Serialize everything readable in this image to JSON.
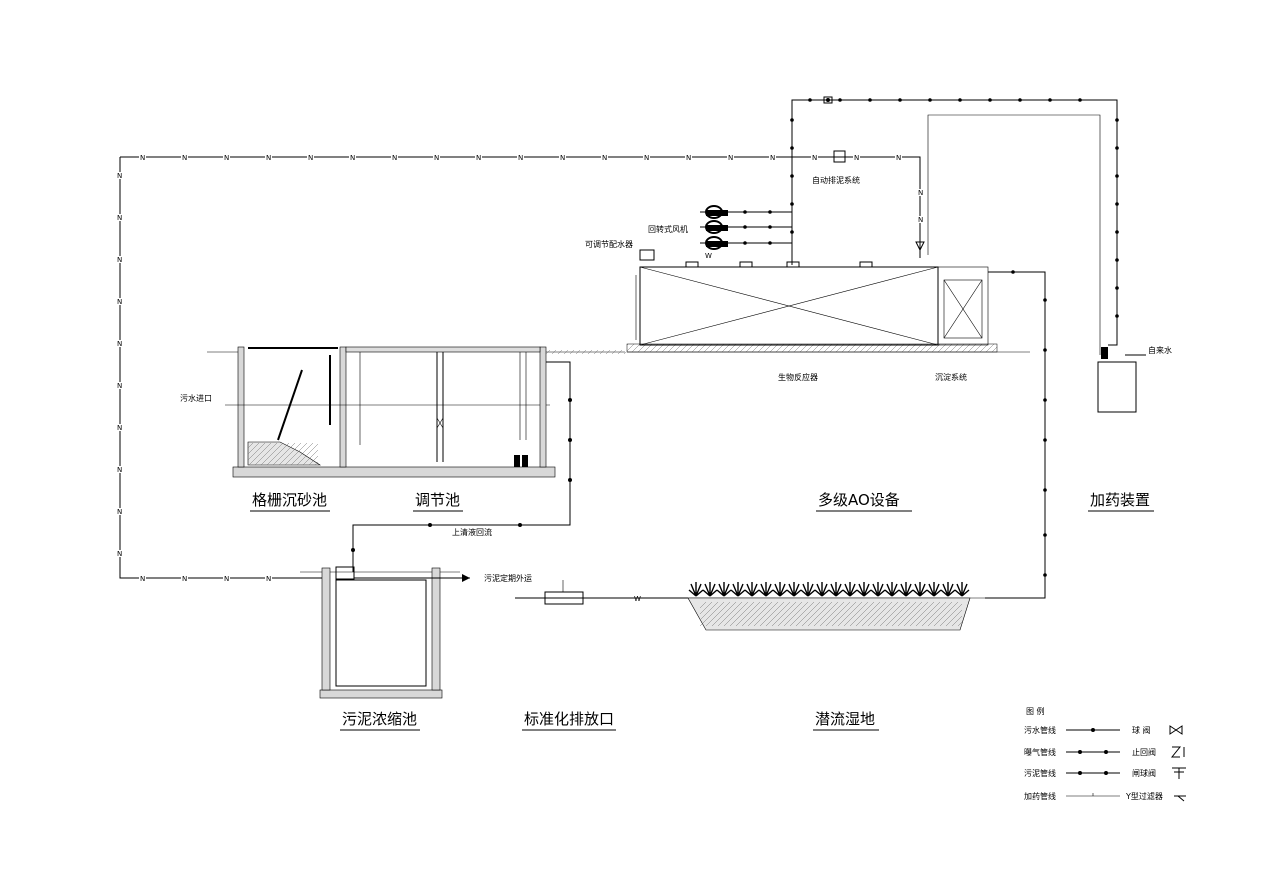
{
  "units": {
    "grille_grit": "格栅沉砂池",
    "regulating": "调节池",
    "ao_equipment": "多级AO设备",
    "dosing": "加药装置",
    "sludge_thickener": "污泥浓缩池",
    "outfall": "标准化排放口",
    "wetland": "潜流湿地"
  },
  "small_labels": {
    "inlet": "污水进口",
    "auto_sludge": "自动排泥系统",
    "rotary_blower": "回转式风机",
    "adjustable_weir": "可调节配水器",
    "bio_reactor": "生物反应器",
    "settling": "沉淀系统",
    "tap_water": "自来水",
    "supernatant": "上清液回流",
    "sludge_out": "污泥定期外运"
  },
  "pipe_markers": {
    "sewage": "W",
    "sludge": "N"
  },
  "legend": {
    "title": "图  例",
    "rows": [
      {
        "line_label": "污水管线",
        "valve_label": "球  阀",
        "valve_icon": "ball-valve-icon"
      },
      {
        "line_label": "曝气管线",
        "valve_label": "止回阀",
        "valve_icon": "check-valve-icon"
      },
      {
        "line_label": "污泥管线",
        "valve_label": "闸球阀",
        "valve_icon": "gate-valve-icon"
      },
      {
        "line_label": "加药管线",
        "valve_label": "Y型过滤器",
        "valve_icon": "y-strainer-icon"
      }
    ]
  }
}
